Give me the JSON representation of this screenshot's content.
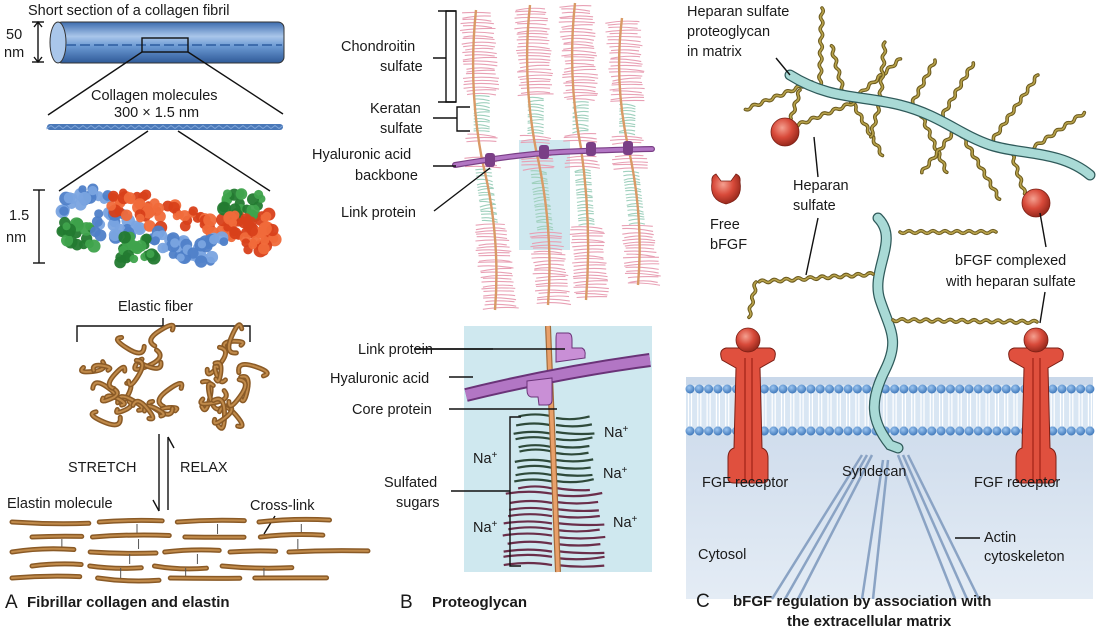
{
  "panelA": {
    "fibril_title": "Short section of a collagen fibril",
    "fibril_diameter_value": "50",
    "fibril_diameter_unit": "nm",
    "molecules_label": "Collagen molecules",
    "molecules_size": "300 × 1.5 nm",
    "helix_diameter_value": "1.5",
    "helix_diameter_unit": "nm",
    "elastic_fiber": "Elastic fiber",
    "stretch": "STRETCH",
    "relax": "RELAX",
    "elastin_molecule": "Elastin molecule",
    "cross_link": "Cross-link",
    "caption_letter": "A",
    "caption": "Fibrillar collagen and elastin"
  },
  "panelB": {
    "chondroitin_1": "Chondroitin",
    "chondroitin_2": "sulfate",
    "keratan_1": "Keratan",
    "keratan_2": "sulfate",
    "hyaluronic_backbone_1": "Hyaluronic acid",
    "hyaluronic_backbone_2": "backbone",
    "link_protein_top": "Link protein",
    "link_protein": "Link protein",
    "hyaluronic_acid": "Hyaluronic acid",
    "core_protein": "Core protein",
    "sulfated_1": "Sulfated",
    "sulfated_2": "sugars",
    "na_ions": [
      "Na+",
      "Na+",
      "Na+",
      "Na+",
      "Na+"
    ],
    "caption_letter": "B",
    "caption": "Proteoglycan"
  },
  "panelC": {
    "hspg_1": "Heparan sulfate",
    "hspg_2": "proteoglycan",
    "hspg_3": "in matrix",
    "heparan_1": "Heparan",
    "heparan_2": "sulfate",
    "free_1": "Free",
    "free_2": "bFGF",
    "complexed_1": "bFGF complexed",
    "complexed_2": "with heparan sulfate",
    "fgf_receptor_left": "FGF receptor",
    "fgf_receptor_right": "FGF receptor",
    "syndecan": "Syndecan",
    "cytosol": "Cytosol",
    "actin_1": "Actin",
    "actin_2": "cytoskeleton",
    "caption_letter": "C",
    "caption_1": "bFGF regulation by association with",
    "caption_2": "the extracellular matrix"
  },
  "colors": {
    "fibril_blue": "#5b8fd0",
    "collagen_orange": "#e0461c",
    "collagen_green": "#2e8a3a",
    "elastin_brown": "#8a5a26",
    "chondroitin_pink": "#e8a0b4",
    "keratan_green": "#9fd0bd",
    "hyaluronic_purple": "#b276c4",
    "panel_b_bg": "#cfe8ef",
    "receptor_red": "#e0503e",
    "syndecan_teal": "#a9dad6",
    "membrane_blue": "#4d8bd0",
    "cytosol_bg": "#dde8f3"
  }
}
